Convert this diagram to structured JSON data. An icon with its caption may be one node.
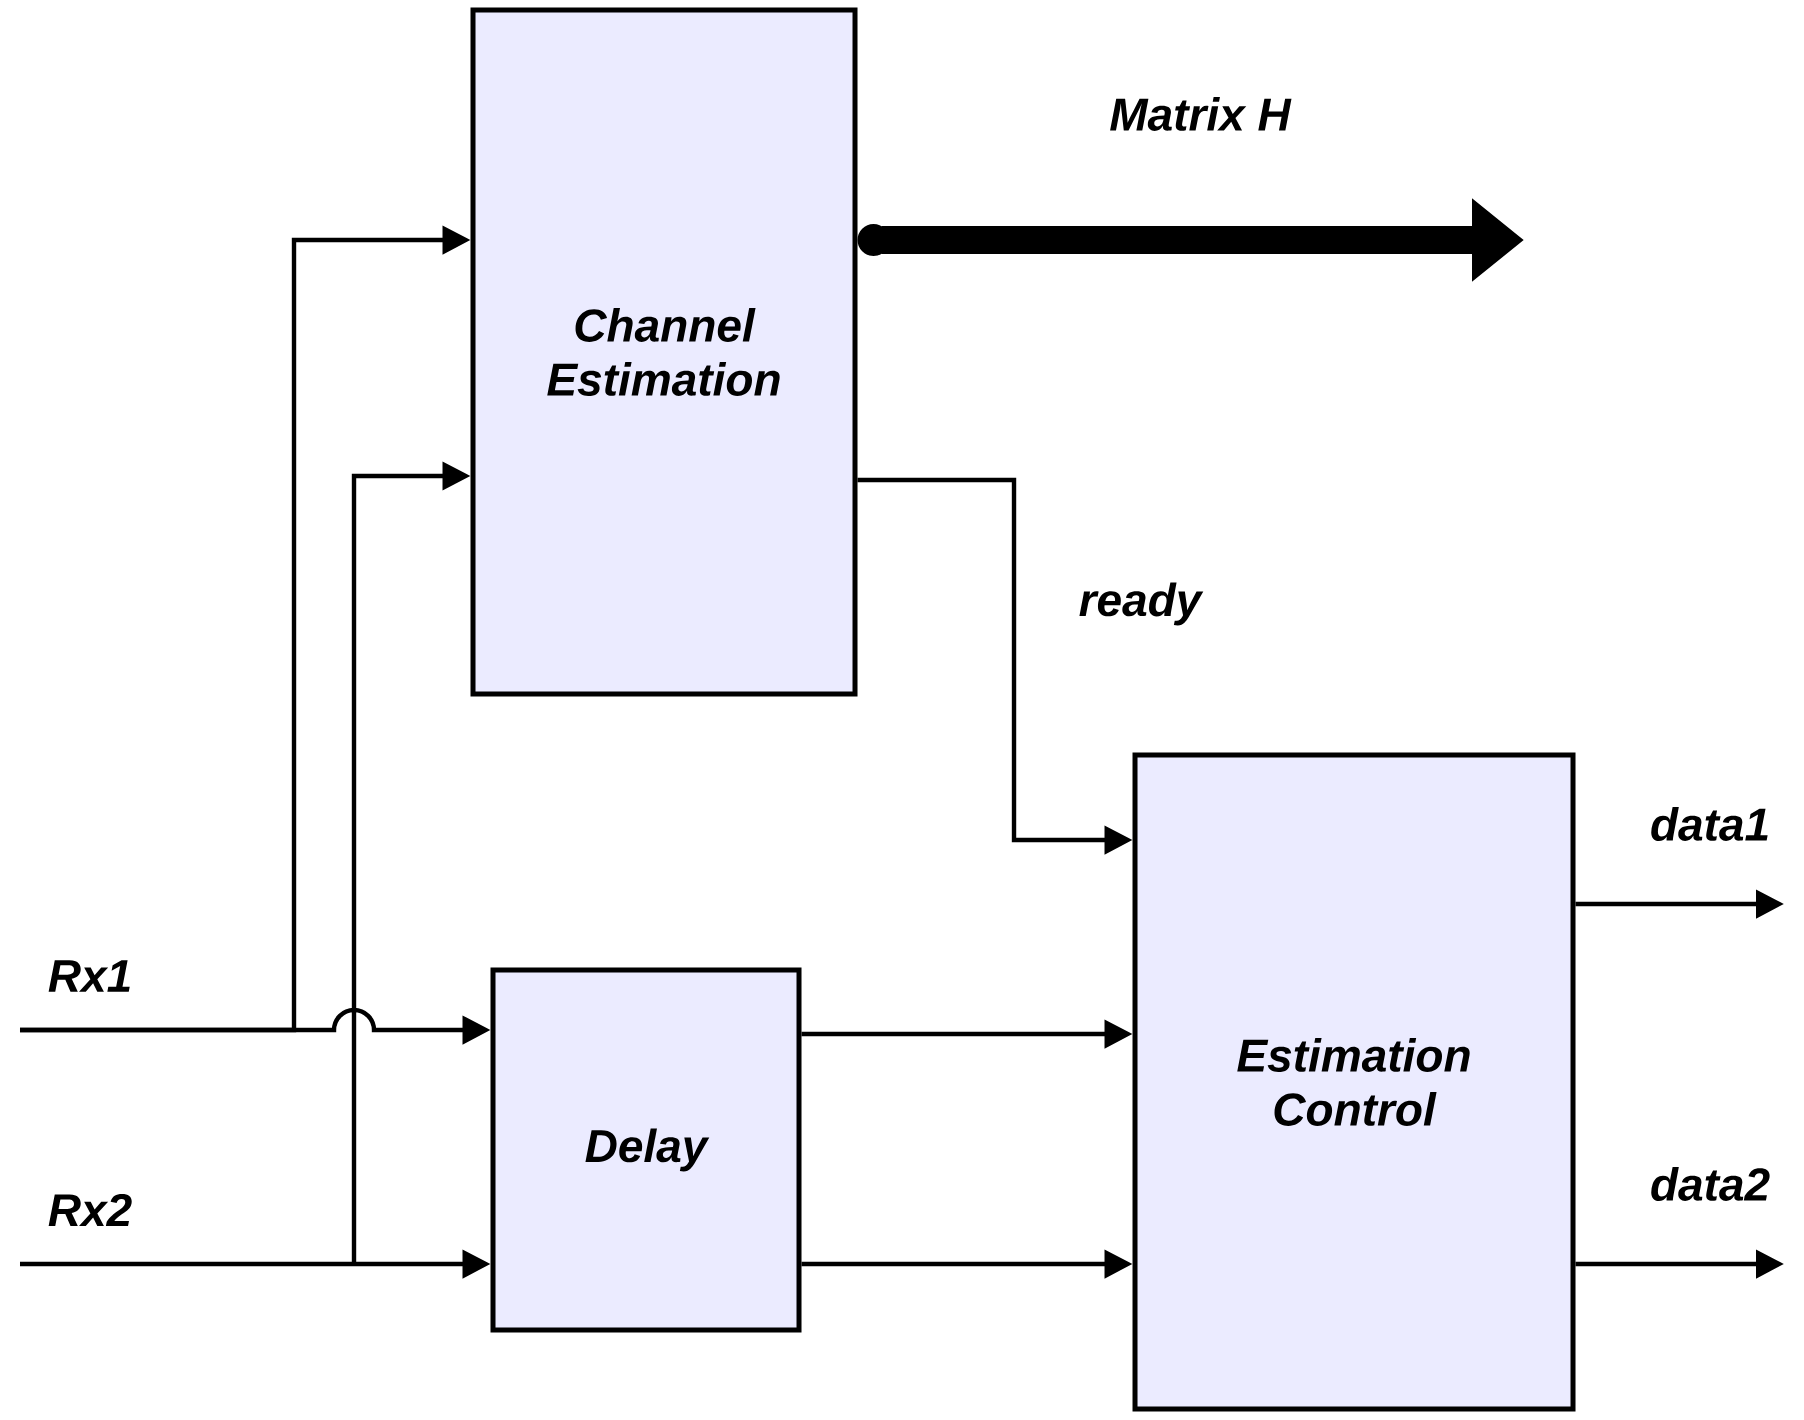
{
  "diagram": {
    "nodes": [
      {
        "text": [
          "Channel Estimation"
        ]
      },
      {
        "text": [
          "Delay"
        ]
      },
      {
        "text": [
          "Estimation Control"
        ]
      }
    ],
    "edges": [
      {
        "from": null,
        "to": 1,
        "arrow": "to",
        "label": "Rx1"
      },
      {
        "from": null,
        "to": 0,
        "arrow": "to"
      },
      {
        "from": null,
        "to": 1,
        "arrow": "to",
        "label": "Rx2"
      },
      {
        "from": null,
        "to": 0,
        "arrow": "to"
      },
      {
        "from": 0,
        "to": null,
        "arrow": "to",
        "label": "Matrix H",
        "style": "thick"
      },
      {
        "from": 0,
        "to": 2,
        "arrow": "to",
        "label": "ready"
      },
      {
        "from": 1,
        "to": 2,
        "arrow": "to"
      },
      {
        "from": 1,
        "to": 2,
        "arrow": "to"
      },
      {
        "from": 2,
        "to": null,
        "arrow": "to",
        "label": "data1"
      },
      {
        "from": 2,
        "to": null,
        "arrow": "to",
        "label": "data2"
      }
    ]
  }
}
